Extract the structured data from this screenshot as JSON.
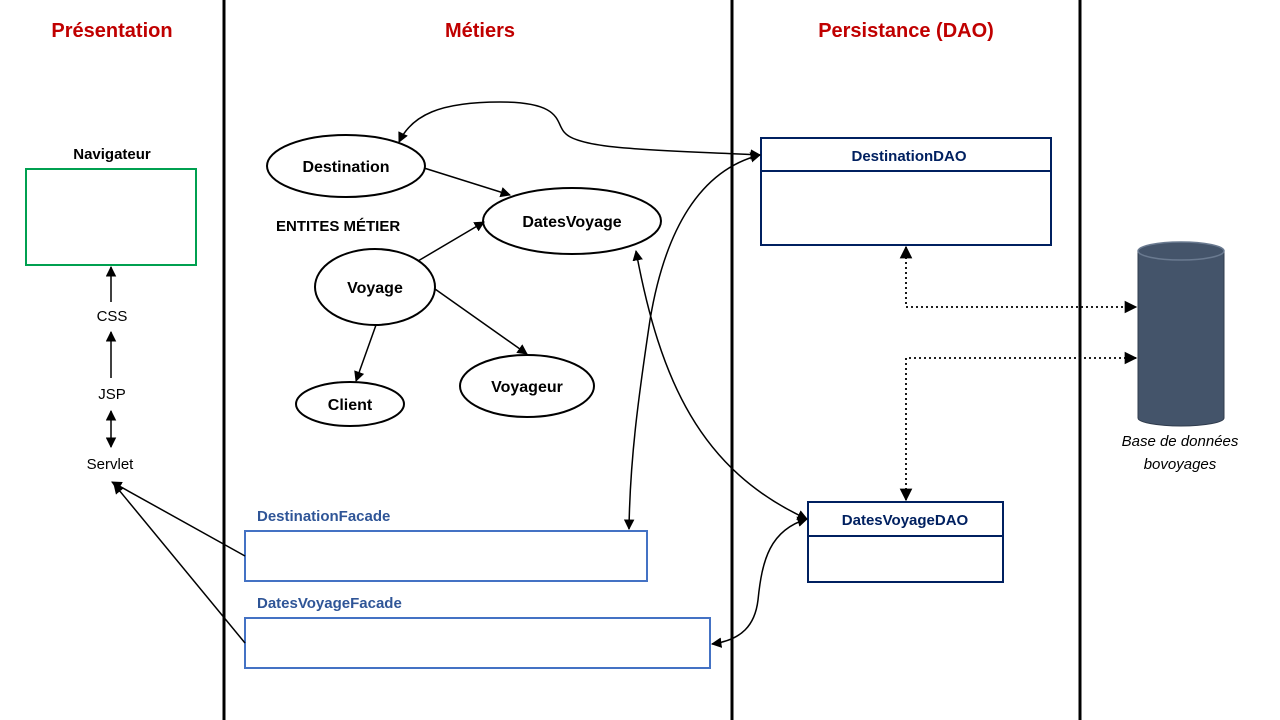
{
  "columns": {
    "presentation": "Présentation",
    "metiers": "Métiers",
    "persistance": "Persistance (DAO)"
  },
  "presentation": {
    "navigateur": "Navigateur",
    "css": "CSS",
    "jsp": "JSP",
    "servlet": "Servlet"
  },
  "metiers": {
    "entites_label": "ENTITES MÉTIER",
    "entities": {
      "destination": "Destination",
      "dates_voyage": "DatesVoyage",
      "voyage": "Voyage",
      "client": "Client",
      "voyageur": "Voyageur"
    },
    "facades": {
      "destination": "DestinationFacade",
      "dates_voyage": "DatesVoyageFacade"
    }
  },
  "persistance": {
    "destination_dao": "DestinationDAO",
    "dates_voyage_dao": "DatesVoyageDAO"
  },
  "database": {
    "line1": "Base de données",
    "line2": "bovoyages"
  },
  "colors": {
    "title_red": "#C00000",
    "navigateur_green": "#00A050",
    "entites_gold": "#BF9000",
    "dao_navy": "#002060",
    "facade_blue": "#2F5597",
    "facade_border": "#4472C4",
    "db_fill": "#44546A"
  }
}
